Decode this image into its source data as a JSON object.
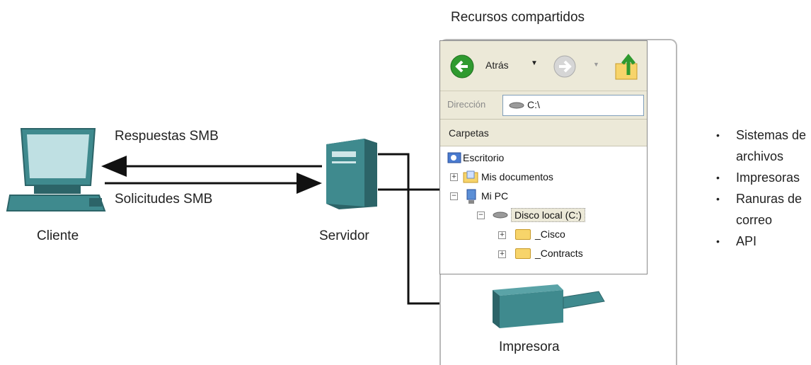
{
  "title": "Recursos compartidos",
  "client": {
    "label": "Cliente"
  },
  "server": {
    "label": "Servidor"
  },
  "printer": {
    "label": "Impresora"
  },
  "arrows": {
    "responses": "Respuestas SMB",
    "requests": "Solicitudes SMB"
  },
  "explorer": {
    "back_label": "Atrás",
    "address_label": "Dirección",
    "address_value": "C:\\",
    "folders_label": "Carpetas",
    "tree": [
      {
        "label": "Escritorio"
      },
      {
        "label": "Mis documentos"
      },
      {
        "label": "Mi PC"
      },
      {
        "label": "Disco local (C:)"
      },
      {
        "label": "_Cisco"
      },
      {
        "label": "_Contracts"
      }
    ]
  },
  "resources": [
    "Sistemas de archivos",
    "Impresoras",
    "Ranuras de correo",
    "API"
  ],
  "colors": {
    "device_teal": "#3f8a8e",
    "device_dark": "#2c6468",
    "go_green": "#2f9a2f",
    "folder_yellow": "#f7d46a"
  }
}
